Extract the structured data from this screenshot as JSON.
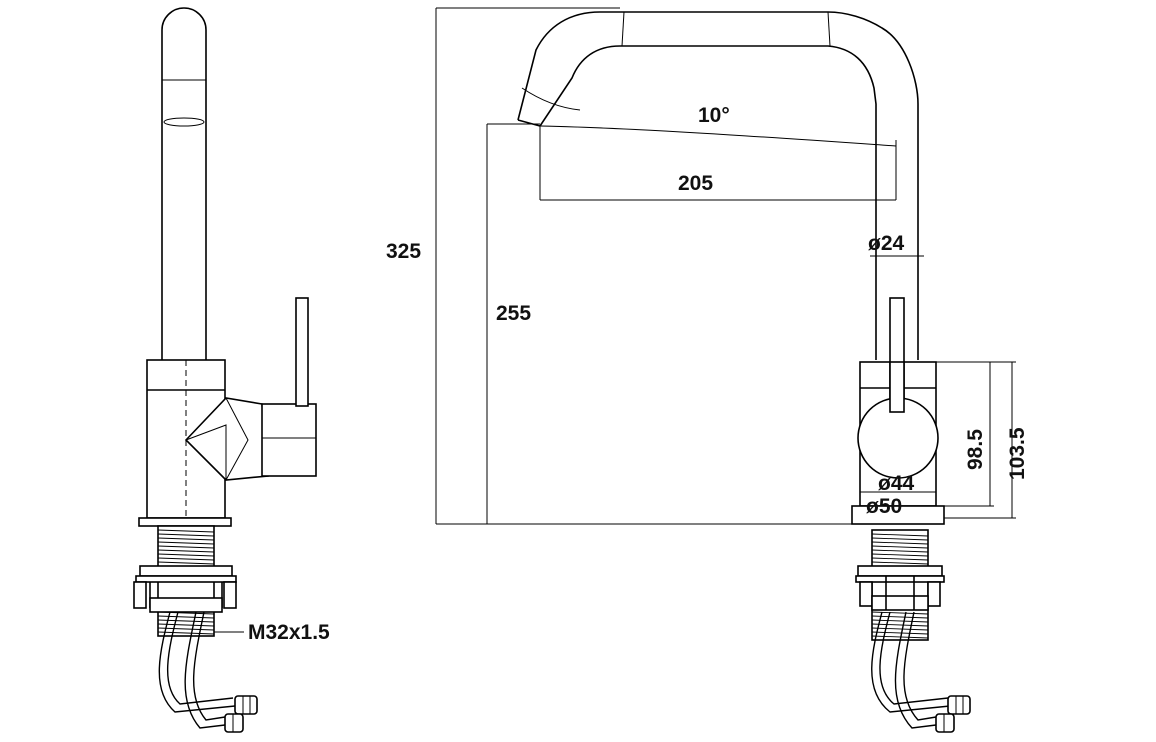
{
  "dimensions": {
    "overall_height": "325",
    "spout_height": "255",
    "spout_reach": "205",
    "swivel_angle": "10°",
    "spout_diameter": "ø24",
    "body_diameter": "ø44",
    "base_diameter": "ø50",
    "body_height_inner": "98.5",
    "body_height_outer": "103.5",
    "thread_spec": "M32x1.5"
  }
}
